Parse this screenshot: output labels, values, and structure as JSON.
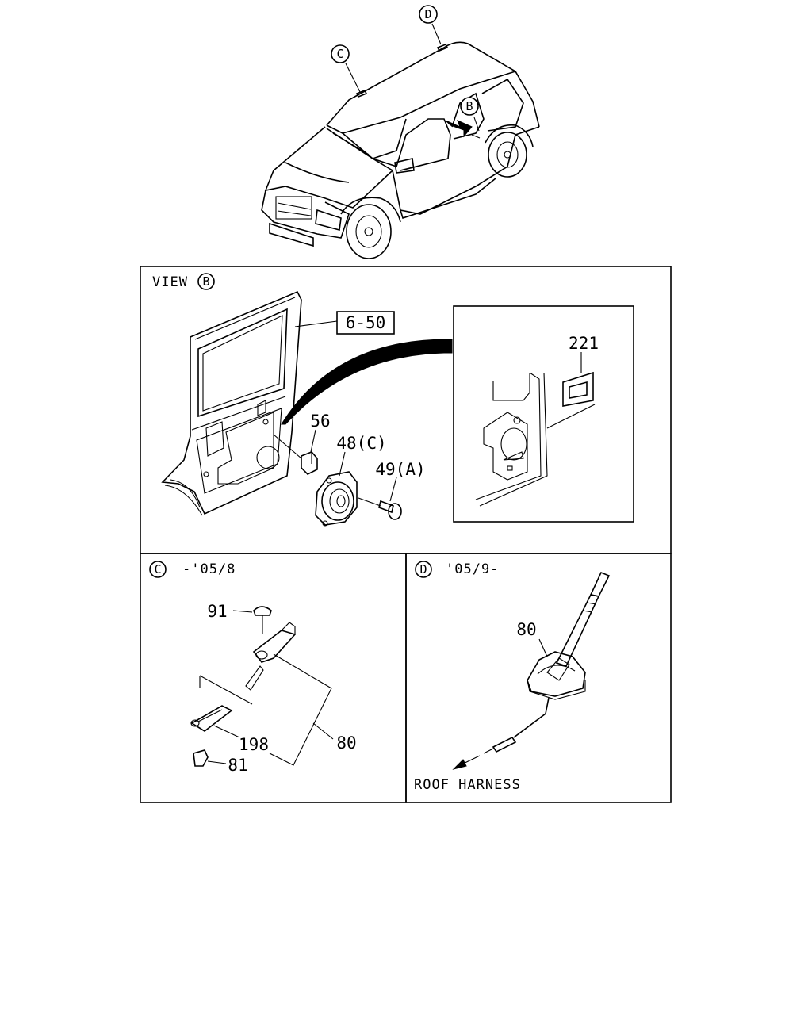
{
  "callouts": {
    "top_c": "C",
    "top_d": "D",
    "top_b": "B"
  },
  "view_b": {
    "title": "VIEW",
    "title_circle": "B",
    "ref_box": "6-50",
    "parts": {
      "p221": "221",
      "p56": "56",
      "p48": "48(C)",
      "p49": "49(A)"
    }
  },
  "panel_c": {
    "circle": "C",
    "date": "-'05/8",
    "parts": {
      "p91": "91",
      "p198": "198",
      "p80": "80",
      "p81": "81"
    }
  },
  "panel_d": {
    "circle": "D",
    "date": "'05/9-",
    "parts": {
      "p80": "80"
    },
    "harness": "ROOF HARNESS"
  }
}
